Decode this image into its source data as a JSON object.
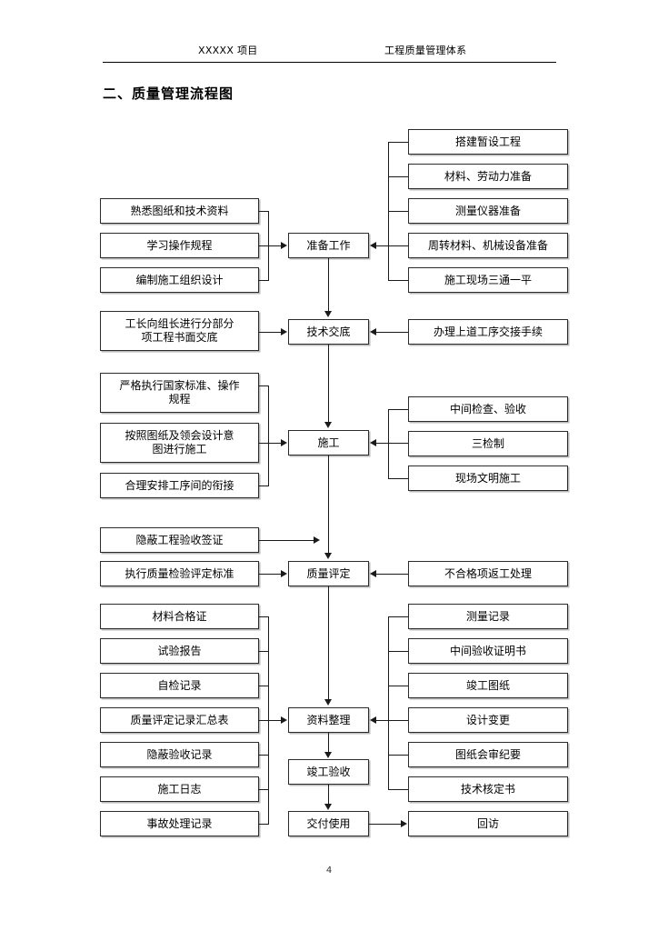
{
  "header": {
    "left_text": "XXXXX 项目",
    "right_text": "工程质量管理体系"
  },
  "title": "二、质量管理流程图",
  "page_number": "4",
  "flow": {
    "center": [
      {
        "key": "prep",
        "label": "准备工作"
      },
      {
        "key": "tech",
        "label": "技术交底"
      },
      {
        "key": "construct",
        "label": "施工"
      },
      {
        "key": "quality",
        "label": "质量评定"
      },
      {
        "key": "archive",
        "label": "资料整理"
      },
      {
        "key": "accept",
        "label": "竣工验收"
      },
      {
        "key": "handover",
        "label": "交付使用"
      }
    ],
    "left_groups": [
      {
        "target": "准备工作",
        "items": [
          "熟悉图纸和技术资料",
          "学习操作规程",
          "编制施工组织设计"
        ]
      },
      {
        "target": "技术交底",
        "items": [
          "工长向组长进行分部分项工程书面交底"
        ]
      },
      {
        "target": "施工",
        "items": [
          "严格执行国家标准、操作规程",
          "按照图纸及领会设计意图进行施工",
          "合理安排工序间的衔接"
        ]
      },
      {
        "target": "质量评定",
        "items": [
          "隐蔽工程验收签证",
          "执行质量检验评定标准"
        ]
      },
      {
        "target": "资料整理",
        "items": [
          "材料合格证",
          "试验报告",
          "自检记录",
          "质量评定记录汇总表",
          "隐蔽验收记录",
          "施工日志",
          "事故处理记录"
        ]
      }
    ],
    "right_groups": [
      {
        "target": "准备工作",
        "items": [
          "搭建暂设工程",
          "材料、劳动力准备",
          "测量仪器准备",
          "周转材料、机械设备准备",
          "施工现场三通一平"
        ]
      },
      {
        "target": "技术交底",
        "items": [
          "办理上道工序交接手续"
        ]
      },
      {
        "target": "施工",
        "items": [
          "中间检查、验收",
          "三检制",
          "现场文明施工"
        ]
      },
      {
        "target": "质量评定",
        "items": [
          "不合格项返工处理"
        ]
      },
      {
        "target": "资料整理",
        "items": [
          "测量记录",
          "中间验收证明书",
          "竣工图纸",
          "设计变更",
          "图纸会审纪要",
          "技术核定书"
        ]
      },
      {
        "target": "交付使用",
        "items": [
          "回访"
        ]
      }
    ]
  },
  "boxes": {
    "l_prep_1": "熟悉图纸和技术资料",
    "l_prep_2": "学习操作规程",
    "l_prep_3": "编制施工组织设计",
    "l_tech_1a": "工长向组长进行分部分",
    "l_tech_1b": "项工程书面交底",
    "l_con_1a": "严格执行国家标准、操作",
    "l_con_1b": "规程",
    "l_con_2a": "按照图纸及领会设计意",
    "l_con_2b": "图进行施工",
    "l_con_3": "合理安排工序间的衔接",
    "l_qa_1": "隐蔽工程验收签证",
    "l_qa_2": "执行质量检验评定标准",
    "l_arc_1": "材料合格证",
    "l_arc_2": "试验报告",
    "l_arc_3": "自检记录",
    "l_arc_4": "质量评定记录汇总表",
    "l_arc_5": "隐蔽验收记录",
    "l_arc_6": "施工日志",
    "l_arc_7": "事故处理记录",
    "c_prep": "准备工作",
    "c_tech": "技术交底",
    "c_con": "施工",
    "c_qa": "质量评定",
    "c_arc": "资料整理",
    "c_acc": "竣工验收",
    "c_hand": "交付使用",
    "r_prep_1": "搭建暂设工程",
    "r_prep_2": "材料、劳动力准备",
    "r_prep_3": "测量仪器准备",
    "r_prep_4": "周转材料、机械设备准备",
    "r_prep_5": "施工现场三通一平",
    "r_tech_1": "办理上道工序交接手续",
    "r_con_1": "中间检查、验收",
    "r_con_2": "三检制",
    "r_con_3": "现场文明施工",
    "r_qa_1": "不合格项返工处理",
    "r_arc_1": "测量记录",
    "r_arc_2": "中间验收证明书",
    "r_arc_3": "竣工图纸",
    "r_arc_4": "设计变更",
    "r_arc_5": "图纸会审纪要",
    "r_arc_6": "技术核定书",
    "r_hand_1": "回访"
  }
}
